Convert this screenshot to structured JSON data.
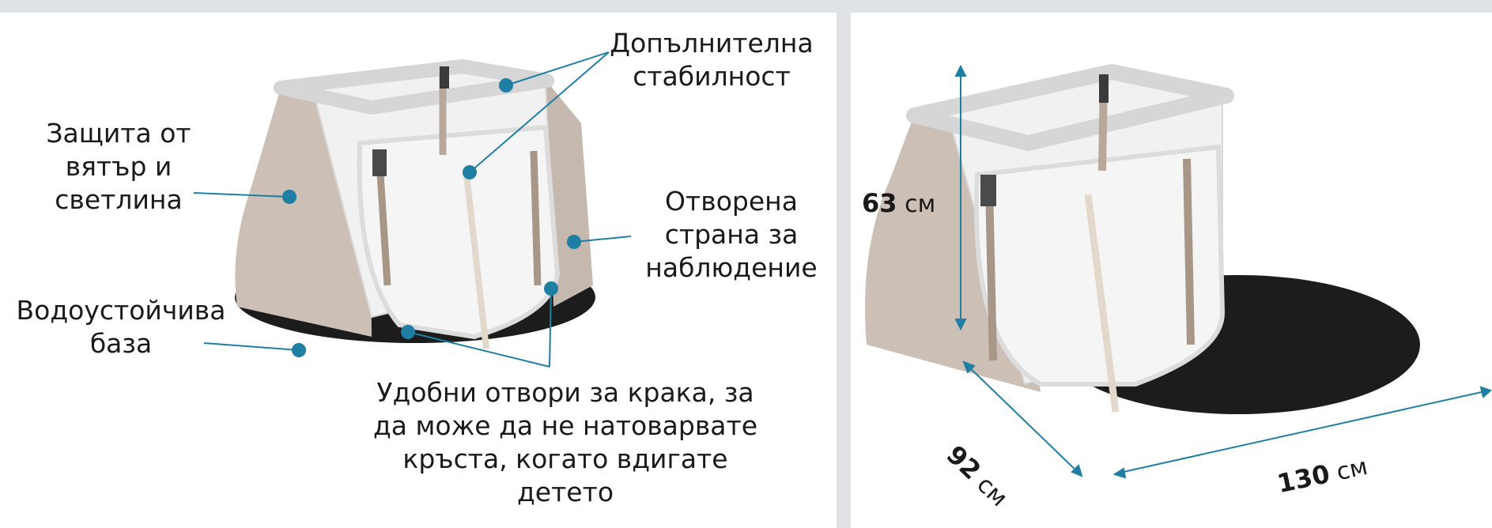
{
  "left": {
    "labels": {
      "stability": [
        "Допълнителна",
        "стабилност"
      ],
      "wind": [
        "Защита от",
        "вятър и",
        "светлина"
      ],
      "open_side": [
        "Отворена",
        "страна за",
        "наблюдение"
      ],
      "waterproof": [
        "Водоустойчива",
        "база"
      ],
      "leg_openings": [
        "Удобни отвори за крака, за",
        "да може да не натоварвате",
        "кръста, когато вдигате",
        "детето"
      ]
    }
  },
  "right": {
    "height": {
      "value": "63",
      "unit": "см"
    },
    "depth": {
      "value": "92",
      "unit": "см"
    },
    "width": {
      "value": "130",
      "unit": "см"
    }
  },
  "colors": {
    "accent": "#1f7fa3",
    "tent_fabric": "#cbbfb6",
    "mesh": "#eeeeee",
    "base": "#1c1c1c"
  }
}
